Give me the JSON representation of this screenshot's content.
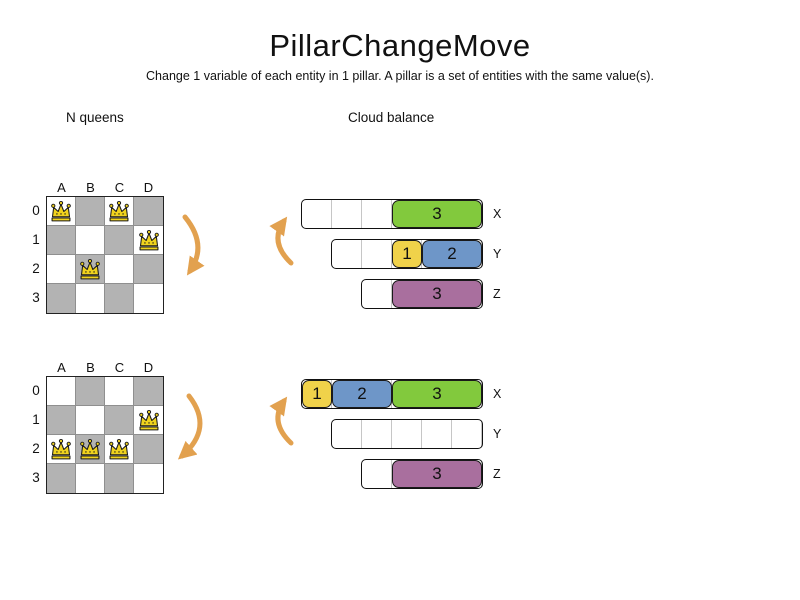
{
  "title": "PillarChangeMove",
  "subtitle": "Change 1 variable of each entity in 1 pillar. A pillar is a set of entities with the same value(s).",
  "colors": {
    "board-dark": "#b3b3b3",
    "board-light": "#ffffff",
    "arrow": "#e2a14f",
    "queen": "#f0d21e"
  },
  "nqueens": {
    "label": "N queens",
    "columns": [
      "A",
      "B",
      "C",
      "D"
    ],
    "rows": [
      "0",
      "1",
      "2",
      "3"
    ],
    "boards": [
      {
        "name": "before",
        "queens": [
          {
            "col": "A",
            "row": 0
          },
          {
            "col": "C",
            "row": 0
          },
          {
            "col": "D",
            "row": 1
          },
          {
            "col": "B",
            "row": 2
          }
        ]
      },
      {
        "name": "after",
        "queens": [
          {
            "col": "D",
            "row": 1
          },
          {
            "col": "A",
            "row": 2
          },
          {
            "col": "B",
            "row": 2
          },
          {
            "col": "C",
            "row": 2
          }
        ]
      }
    ]
  },
  "cloudbalance": {
    "label": "Cloud balance",
    "states": [
      {
        "name": "before",
        "bars": [
          {
            "label": "X",
            "capacity": 6,
            "blocks": [
              {
                "value": "3",
                "size": 3,
                "color": "#82c93d"
              }
            ]
          },
          {
            "label": "Y",
            "capacity": 5,
            "blocks": [
              {
                "value": "1",
                "size": 1,
                "color": "#f0d24a"
              },
              {
                "value": "2",
                "size": 2,
                "color": "#6e96c8"
              }
            ]
          },
          {
            "label": "Z",
            "capacity": 4,
            "blocks": [
              {
                "value": "3",
                "size": 3,
                "color": "#a96f9e"
              }
            ]
          }
        ]
      },
      {
        "name": "after",
        "bars": [
          {
            "label": "X",
            "capacity": 6,
            "blocks": [
              {
                "value": "1",
                "size": 1,
                "color": "#f0d24a"
              },
              {
                "value": "2",
                "size": 2,
                "color": "#6e96c8"
              },
              {
                "value": "3",
                "size": 3,
                "color": "#82c93d"
              }
            ]
          },
          {
            "label": "Y",
            "capacity": 5,
            "blocks": []
          },
          {
            "label": "Z",
            "capacity": 4,
            "blocks": [
              {
                "value": "3",
                "size": 3,
                "color": "#a96f9e"
              }
            ]
          }
        ]
      }
    ]
  }
}
